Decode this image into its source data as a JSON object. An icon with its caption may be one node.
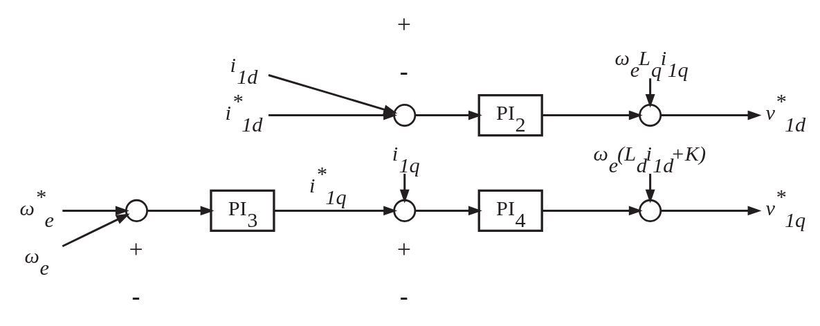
{
  "diagram": {
    "nodes": [
      {
        "text": [
          "i$_{1d}$"
        ]
      },
      {
        "text": [
          "i$^{*}$$_{1d}$"
        ]
      },
      {
        "text": [],
        "shape": "circle"
      },
      {
        "text": [
          "PI$_{2}$"
        ]
      },
      {
        "text": [],
        "shape": "circle"
      },
      {
        "text": [
          "v$^{*}$$_{1d}$"
        ]
      },
      {
        "text": [
          "ω$_{e}$L$_{q}$i$_{1q}$"
        ]
      },
      {
        "text": [
          "i$_{1q}$"
        ]
      },
      {
        "text": [
          "ω$_{e}$(L$_{d}$i$_{1d}$+K)"
        ]
      },
      {
        "text": [
          "ω$^{*}$$_{e}$"
        ]
      },
      {
        "text": [],
        "shape": "circle"
      },
      {
        "text": [
          "PI$_{3}$"
        ]
      },
      {
        "text": [],
        "shape": "circle"
      },
      {
        "text": [
          "PI$_{4}$"
        ]
      },
      {
        "text": [],
        "shape": "circle"
      },
      {
        "text": [
          "v$^{*}$$_{1q}$"
        ]
      },
      {
        "text": [
          "ω$_{e}$"
        ]
      }
    ],
    "edges": [
      {
        "from": 0,
        "to": 2,
        "arrow": "to"
      },
      {
        "from": 1,
        "to": 2,
        "arrow": "to"
      },
      {
        "from": 2,
        "to": 3,
        "arrow": "to"
      },
      {
        "from": 3,
        "to": 4,
        "arrow": "to"
      },
      {
        "from": 6,
        "to": 4,
        "arrow": "to"
      },
      {
        "from": 4,
        "to": 5,
        "arrow": "to"
      },
      {
        "from": 7,
        "to": 12,
        "arrow": "to"
      },
      {
        "from": 9,
        "to": 10,
        "arrow": "to"
      },
      {
        "from": 16,
        "to": 10,
        "arrow": "to"
      },
      {
        "from": 10,
        "to": 11,
        "arrow": "to"
      },
      {
        "from": 11,
        "to": 12,
        "arrow": "to",
        "label": "i$^{*}$$_{1q}$"
      },
      {
        "from": 12,
        "to": 13,
        "arrow": "to"
      },
      {
        "from": 13,
        "to": 14,
        "arrow": "to"
      },
      {
        "from": 8,
        "to": 14,
        "arrow": "to"
      },
      {
        "from": 14,
        "to": 15,
        "arrow": "to"
      }
    ],
    "labels": [
      "-",
      "+",
      "+",
      "-",
      "+",
      "-"
    ]
  }
}
